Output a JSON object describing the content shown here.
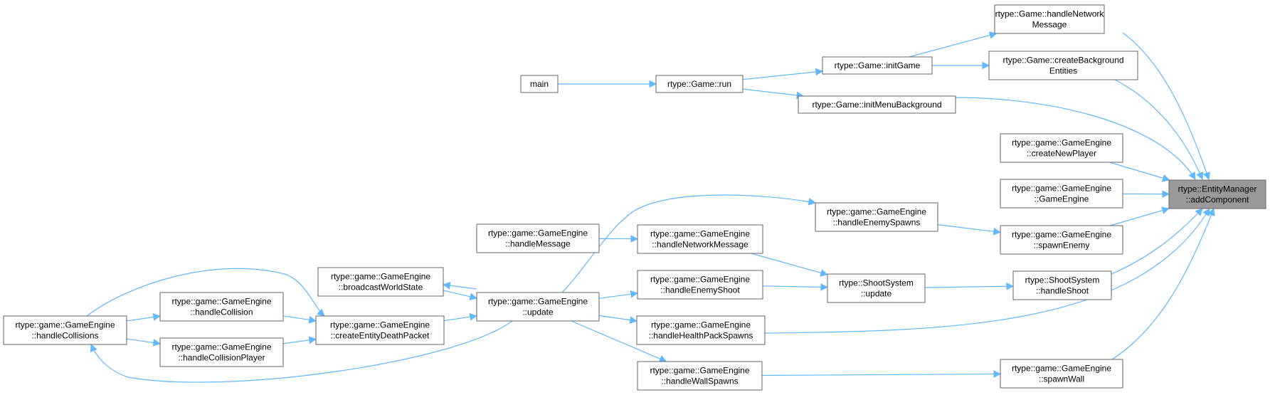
{
  "diagram": {
    "edge_color": "#63b8ff",
    "root_fill": "#999999",
    "nodes": [
      {
        "id": "addComponent",
        "lines": [
          "rtype::EntityManager",
          "::addComponent"
        ],
        "root": true
      },
      {
        "id": "handleNetworkMessageGame",
        "lines": [
          "rtype::Game::handleNetwork",
          "Message"
        ]
      },
      {
        "id": "createBackgroundEntities",
        "lines": [
          "rtype::Game::createBackground",
          "Entities"
        ]
      },
      {
        "id": "initGame",
        "lines": [
          "rtype::Game::initGame"
        ]
      },
      {
        "id": "initMenuBackground",
        "lines": [
          "rtype::Game::initMenuBackground"
        ]
      },
      {
        "id": "main",
        "lines": [
          "main"
        ]
      },
      {
        "id": "run",
        "lines": [
          "rtype::Game::run"
        ]
      },
      {
        "id": "createNewPlayer",
        "lines": [
          "rtype::game::GameEngine",
          "::createNewPlayer"
        ]
      },
      {
        "id": "gameEngineCtor",
        "lines": [
          "rtype::game::GameEngine",
          "::GameEngine"
        ]
      },
      {
        "id": "spawnEnemy",
        "lines": [
          "rtype::game::GameEngine",
          "::spawnEnemy"
        ]
      },
      {
        "id": "handleShoot",
        "lines": [
          "rtype::ShootSystem",
          "::handleShoot"
        ]
      },
      {
        "id": "spawnWall",
        "lines": [
          "rtype::game::GameEngine",
          "::spawnWall"
        ]
      },
      {
        "id": "handleEnemySpawns",
        "lines": [
          "rtype::game::GameEngine",
          "::handleEnemySpawns"
        ]
      },
      {
        "id": "shootUpdate",
        "lines": [
          "rtype::ShootSystem",
          "::update"
        ]
      },
      {
        "id": "handleMessage",
        "lines": [
          "rtype::game::GameEngine",
          "::handleMessage"
        ]
      },
      {
        "id": "handleNetworkMessageGE",
        "lines": [
          "rtype::game::GameEngine",
          "::handleNetworkMessage"
        ]
      },
      {
        "id": "handleEnemyShoot",
        "lines": [
          "rtype::game::GameEngine",
          "::handleEnemyShoot"
        ]
      },
      {
        "id": "handleHealthPackSpawns",
        "lines": [
          "rtype::game::GameEngine",
          "::handleHealthPackSpawns"
        ]
      },
      {
        "id": "handleWallSpawns",
        "lines": [
          "rtype::game::GameEngine",
          "::handleWallSpawns"
        ]
      },
      {
        "id": "geUpdate",
        "lines": [
          "rtype::game::GameEngine",
          "::update"
        ]
      },
      {
        "id": "broadcastWorldState",
        "lines": [
          "rtype::game::GameEngine",
          "::broadcastWorldState"
        ]
      },
      {
        "id": "createEntityDeathPacket",
        "lines": [
          "rtype::game::GameEngine",
          "::createEntityDeathPacket"
        ]
      },
      {
        "id": "handleCollision",
        "lines": [
          "rtype::game::GameEngine",
          "::handleCollision"
        ]
      },
      {
        "id": "handleCollisionPlayer",
        "lines": [
          "rtype::game::GameEngine",
          "::handleCollisionPlayer"
        ]
      },
      {
        "id": "handleCollisions",
        "lines": [
          "rtype::game::GameEngine",
          "::handleCollisions"
        ]
      }
    ],
    "edges": [
      {
        "from": "handleNetworkMessageGame",
        "to": "addComponent"
      },
      {
        "from": "createBackgroundEntities",
        "to": "addComponent"
      },
      {
        "from": "initMenuBackground",
        "to": "addComponent"
      },
      {
        "from": "createNewPlayer",
        "to": "addComponent"
      },
      {
        "from": "gameEngineCtor",
        "to": "addComponent"
      },
      {
        "from": "spawnEnemy",
        "to": "addComponent"
      },
      {
        "from": "handleShoot",
        "to": "addComponent"
      },
      {
        "from": "handleHealthPackSpawns",
        "to": "addComponent"
      },
      {
        "from": "spawnWall",
        "to": "addComponent"
      },
      {
        "from": "initGame",
        "to": "handleNetworkMessageGame"
      },
      {
        "from": "initGame",
        "to": "createBackgroundEntities"
      },
      {
        "from": "run",
        "to": "initGame"
      },
      {
        "from": "run",
        "to": "initMenuBackground"
      },
      {
        "from": "main",
        "to": "run"
      },
      {
        "from": "handleEnemySpawns",
        "to": "spawnEnemy"
      },
      {
        "from": "shootUpdate",
        "to": "handleShoot"
      },
      {
        "from": "handleWallSpawns",
        "to": "spawnWall"
      },
      {
        "from": "geUpdate",
        "to": "handleEnemySpawns"
      },
      {
        "from": "handleNetworkMessageGE",
        "to": "shootUpdate"
      },
      {
        "from": "handleEnemyShoot",
        "to": "shootUpdate"
      },
      {
        "from": "handleMessage",
        "to": "handleNetworkMessageGE"
      },
      {
        "from": "geUpdate",
        "to": "handleEnemyShoot"
      },
      {
        "from": "geUpdate",
        "to": "handleHealthPackSpawns"
      },
      {
        "from": "geUpdate",
        "to": "handleWallSpawns"
      },
      {
        "from": "geUpdate",
        "to": "broadcastWorldState"
      },
      {
        "from": "broadcastWorldState",
        "to": "geUpdate"
      },
      {
        "from": "createEntityDeathPacket",
        "to": "geUpdate"
      },
      {
        "from": "handleCollision",
        "to": "createEntityDeathPacket"
      },
      {
        "from": "handleCollisionPlayer",
        "to": "createEntityDeathPacket"
      },
      {
        "from": "handleCollisions",
        "to": "createEntityDeathPacket"
      },
      {
        "from": "handleCollisions",
        "to": "handleCollision"
      },
      {
        "from": "handleCollisions",
        "to": "handleCollisionPlayer"
      },
      {
        "from": "geUpdate",
        "to": "handleCollisions"
      }
    ]
  }
}
